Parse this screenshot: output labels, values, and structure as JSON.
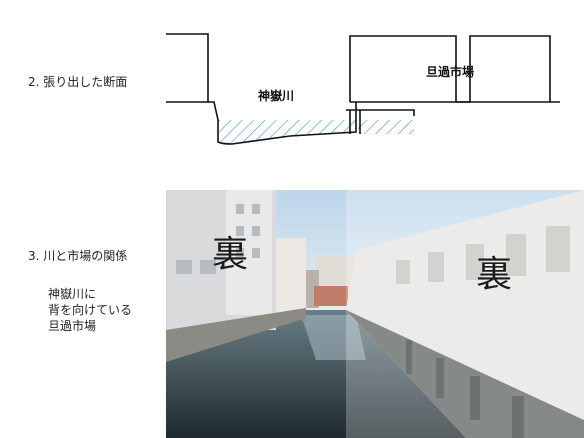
{
  "section2": {
    "label": "2. 張り出した断面"
  },
  "section3": {
    "label": "3. 川と市場の関係"
  },
  "caption": {
    "lines": [
      "神嶽川に",
      "背を向けている",
      "旦過市場"
    ]
  },
  "diagram": {
    "river_label": "神嶽川",
    "market_label": "旦過市場"
  },
  "photo": {
    "left_mark": "裏",
    "right_mark": "裏"
  }
}
